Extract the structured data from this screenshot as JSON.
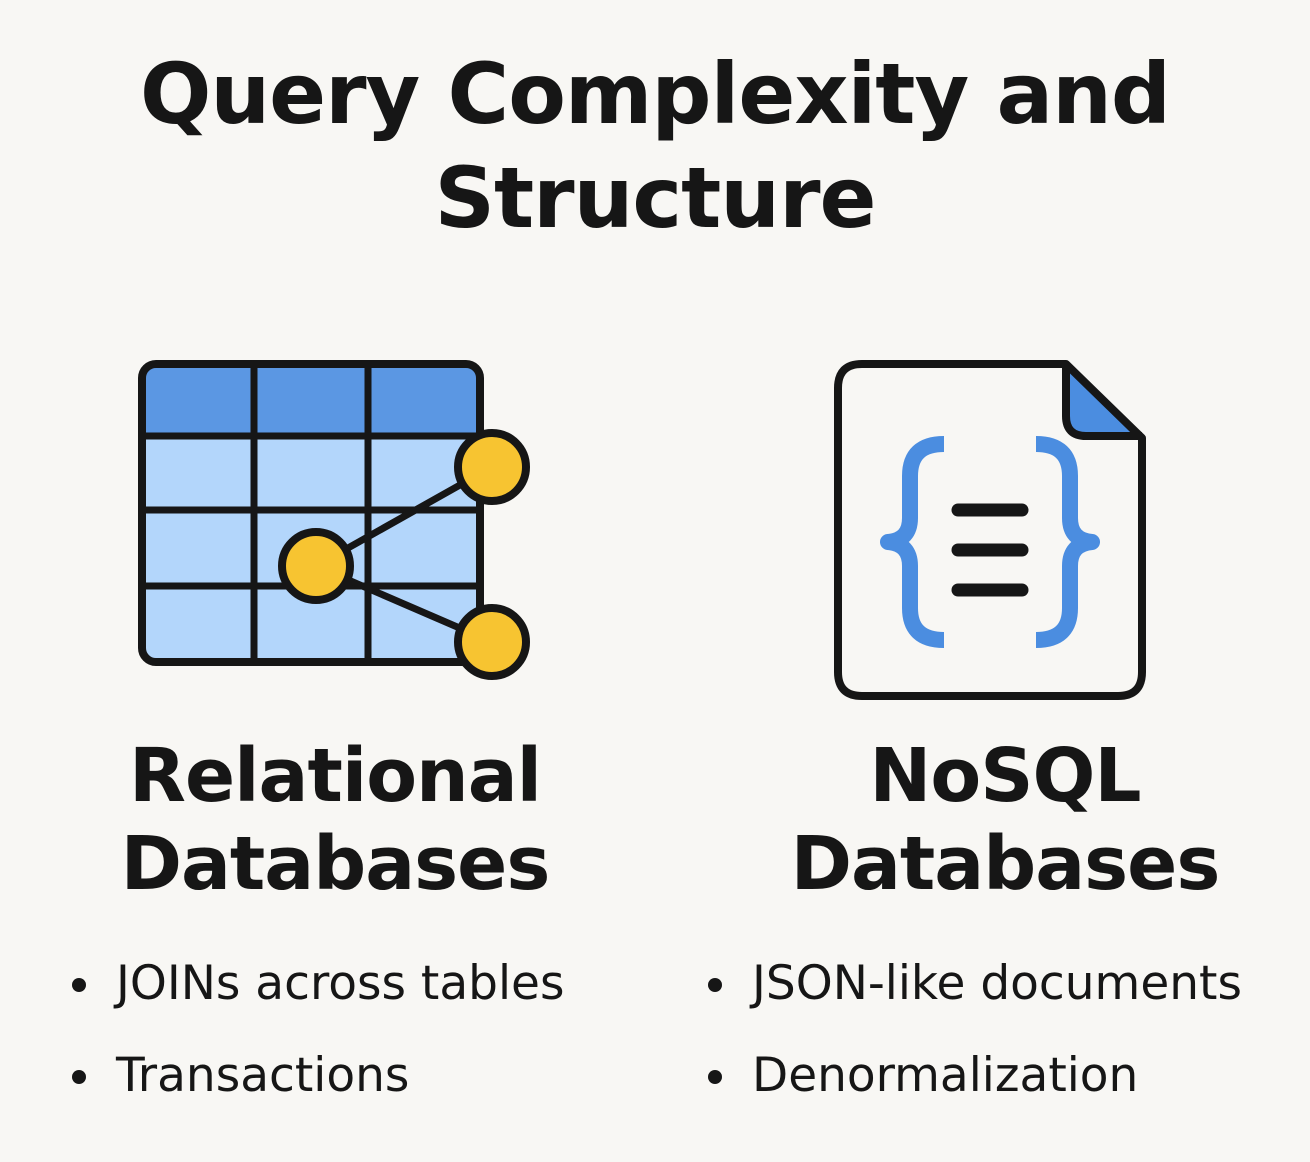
{
  "title": {
    "line1": "Query Complexity and",
    "line2": "Structure"
  },
  "colors": {
    "background": "#f8f7f4",
    "text": "#161616",
    "table_header": "#5b97e3",
    "table_body": "#b3d6fb",
    "node_fill": "#f7c431",
    "brace_blue": "#4b8de0",
    "outline": "#161616"
  },
  "left": {
    "icon": "relational-table-icon",
    "heading_line1": "Relational",
    "heading_line2": "Databases",
    "bullets": [
      "JOINs across tables",
      "Transactions"
    ]
  },
  "right": {
    "icon": "json-document-icon",
    "heading_line1": "NoSQL",
    "heading_line2": "Databases",
    "bullets": [
      "JSON-like documents",
      "Denormalization"
    ]
  }
}
